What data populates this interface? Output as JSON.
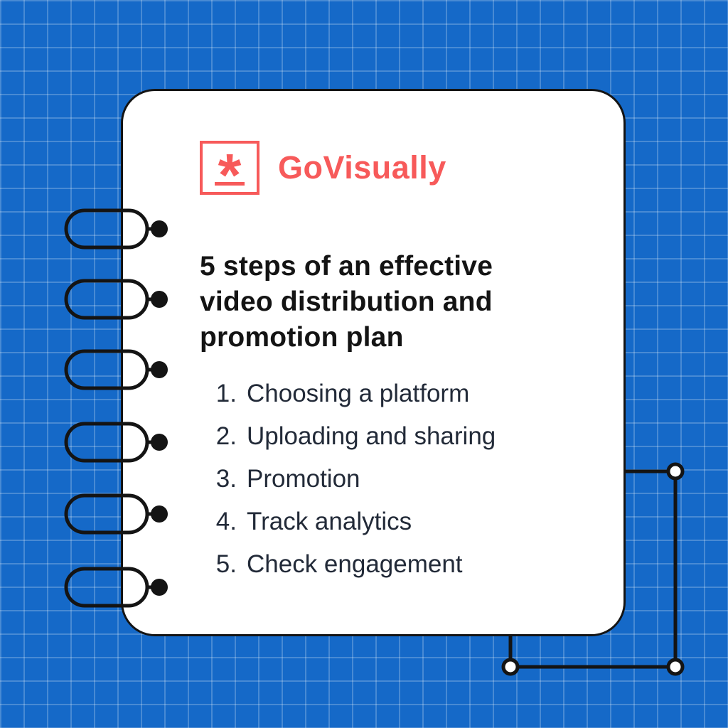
{
  "colors": {
    "background": "#1569C8",
    "grid_line": "rgba(255,255,255,0.22)",
    "card_background": "#FFFFFF",
    "ink": "#141414",
    "accent_red": "#F75A5A",
    "list_text": "#222A38"
  },
  "logo": {
    "brand": "GoVisually",
    "icon_glyph": "*"
  },
  "heading": {
    "lines": [
      "5 steps of an effective",
      "video distribution and",
      "promotion plan"
    ]
  },
  "steps": [
    {
      "num": "1.",
      "label": "Choosing a platform"
    },
    {
      "num": "2.",
      "label": "Uploading and sharing"
    },
    {
      "num": "3.",
      "label": "Promotion"
    },
    {
      "num": "4.",
      "label": "Track analytics"
    },
    {
      "num": "5.",
      "label": "Check engagement"
    }
  ]
}
